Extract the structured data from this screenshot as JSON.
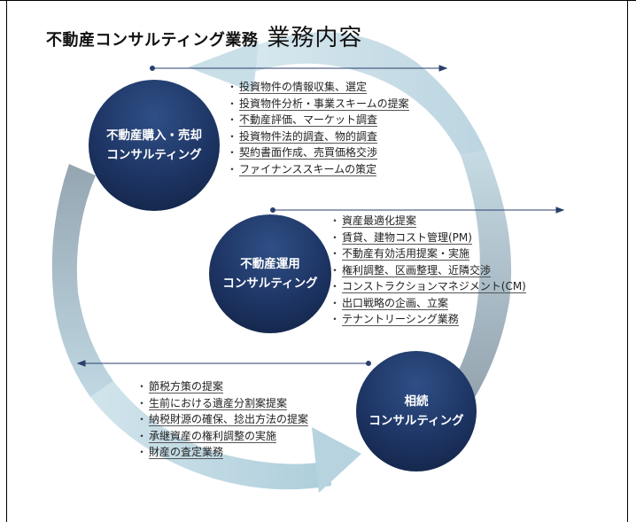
{
  "title": {
    "main": "不動産コンサルティング業務",
    "sub": "業務内容"
  },
  "bullet": "・",
  "colors": {
    "circle_dark": "#10203f",
    "circle_mid": "#1d3463",
    "arrow_light": "#c9dfe8",
    "arrow_gray": "#9aaab5",
    "line": "#2a3f6b"
  },
  "sections": [
    {
      "circle_lines": [
        "不動産購入・売却",
        "コンサルティング"
      ],
      "items": [
        "投資物件の情報収集、選定",
        "投資物件分析・事業スキームの提案",
        "不動産評価、マーケット調査",
        "投資物件法的調査、物的調査",
        "契約書面作成、売買価格交渉",
        "ファイナンススキームの策定"
      ]
    },
    {
      "circle_lines": [
        "不動産運用",
        "コンサルティング"
      ],
      "items": [
        "資産最適化提案",
        "賃貸、建物コスト管理(PM)",
        "不動産有効活用提案・実施",
        "権利調整、区画整理、近隣交渉",
        "コンストラクションマネジメント(CM)",
        "出口戦略の企画、立案",
        "テナントリーシング業務"
      ]
    },
    {
      "circle_lines": [
        "相続",
        "コンサルティング"
      ],
      "items": [
        "節税方策の提案",
        "生前における遺産分割案提案",
        "納税財源の確保、捻出方法の提案",
        "承継資産の権利調整の実施",
        "財産の査定業務"
      ]
    }
  ]
}
